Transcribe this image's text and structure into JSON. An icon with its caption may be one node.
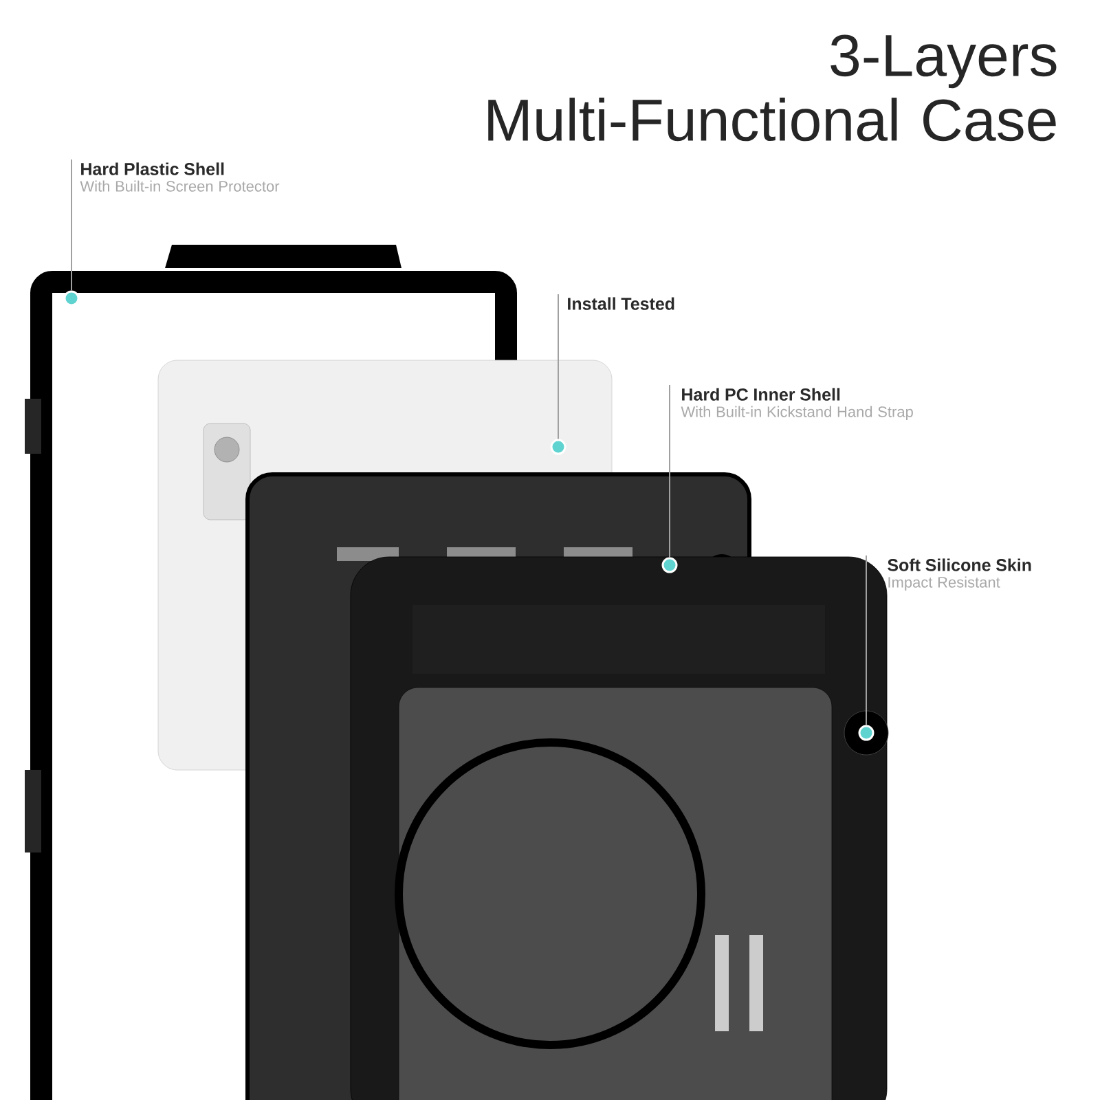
{
  "diagram": {
    "title": "3-Layers Multi-Functional Case",
    "nodes": [
      {
        "text": [
          "Hard Plastic Shell",
          "With Built-in Screen Protector"
        ]
      },
      {
        "text": [],
        "shape": "circle"
      },
      {
        "text": [
          "Install Tested"
        ]
      },
      {
        "text": [],
        "shape": "circle"
      },
      {
        "text": [
          "Hard PC Inner Shell",
          "With Built-in Kickstand Hand Strap"
        ]
      },
      {
        "text": [],
        "shape": "circle"
      },
      {
        "text": [
          "Soft Silicone Skin",
          "Impact Resistant"
        ]
      },
      {
        "text": [],
        "shape": "circle"
      }
    ],
    "edges": [
      {
        "from": 0,
        "to": 1,
        "arrow": "none"
      },
      {
        "from": 2,
        "to": 3,
        "arrow": "none"
      },
      {
        "from": 4,
        "to": 5,
        "arrow": "none"
      },
      {
        "from": 6,
        "to": 7,
        "arrow": "none"
      }
    ]
  }
}
